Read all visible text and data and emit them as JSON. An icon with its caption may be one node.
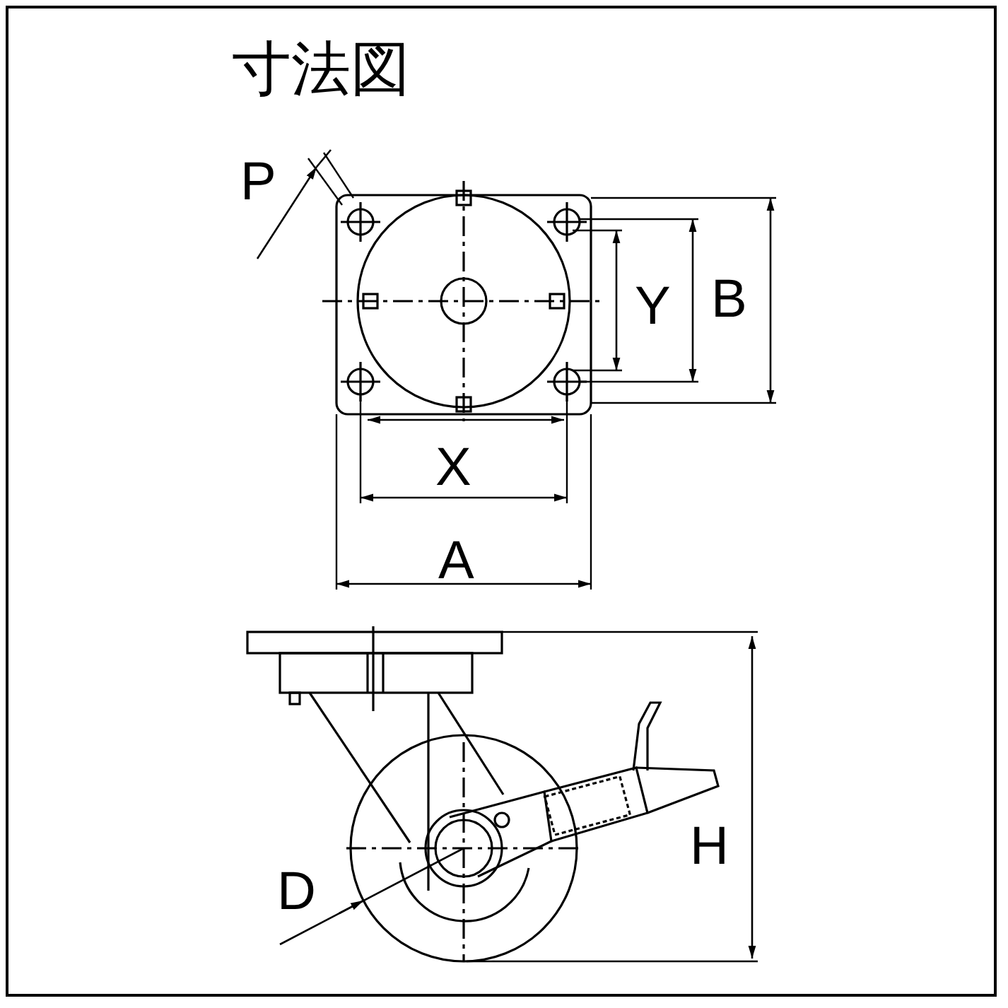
{
  "diagram": {
    "title": "寸法図",
    "labels": [
      "P",
      "Y",
      "B",
      "X",
      "A",
      "D",
      "H"
    ]
  }
}
